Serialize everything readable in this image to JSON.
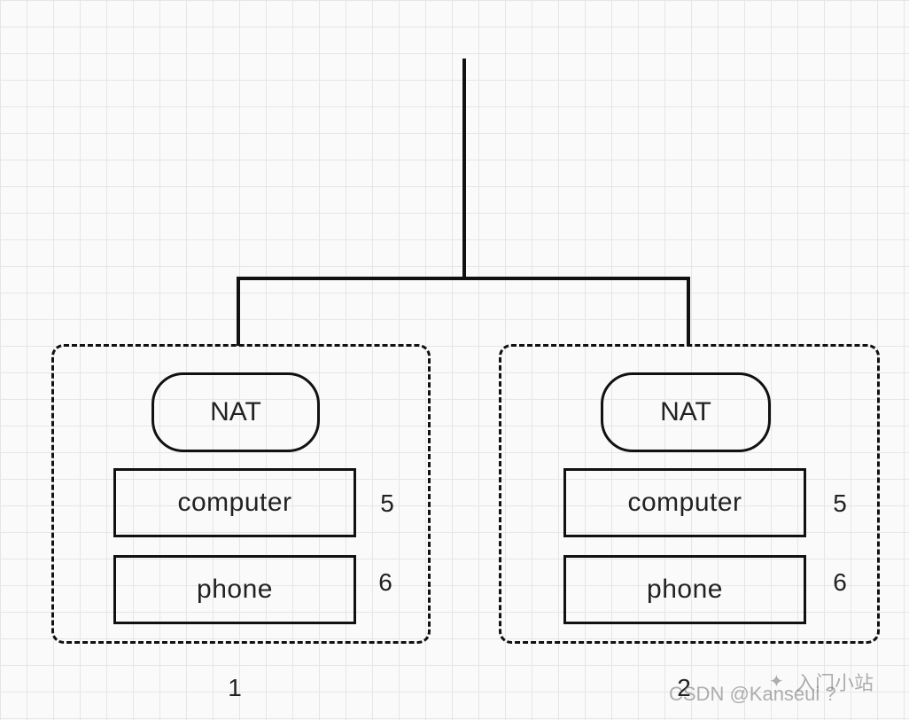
{
  "diagram": {
    "groups": [
      {
        "label": "1",
        "nat": "NAT",
        "devices": [
          {
            "name": "computer",
            "count": "5"
          },
          {
            "name": "phone",
            "count": "6"
          }
        ]
      },
      {
        "label": "2",
        "nat": "NAT",
        "devices": [
          {
            "name": "computer",
            "count": "5"
          },
          {
            "name": "phone",
            "count": "6"
          }
        ]
      }
    ]
  },
  "watermark": {
    "text": "CSDN @Kanseui ?",
    "brand": "入门小站"
  },
  "colors": {
    "line": "#111111",
    "grid": "#e6e6e6",
    "background": "#fafafa"
  }
}
